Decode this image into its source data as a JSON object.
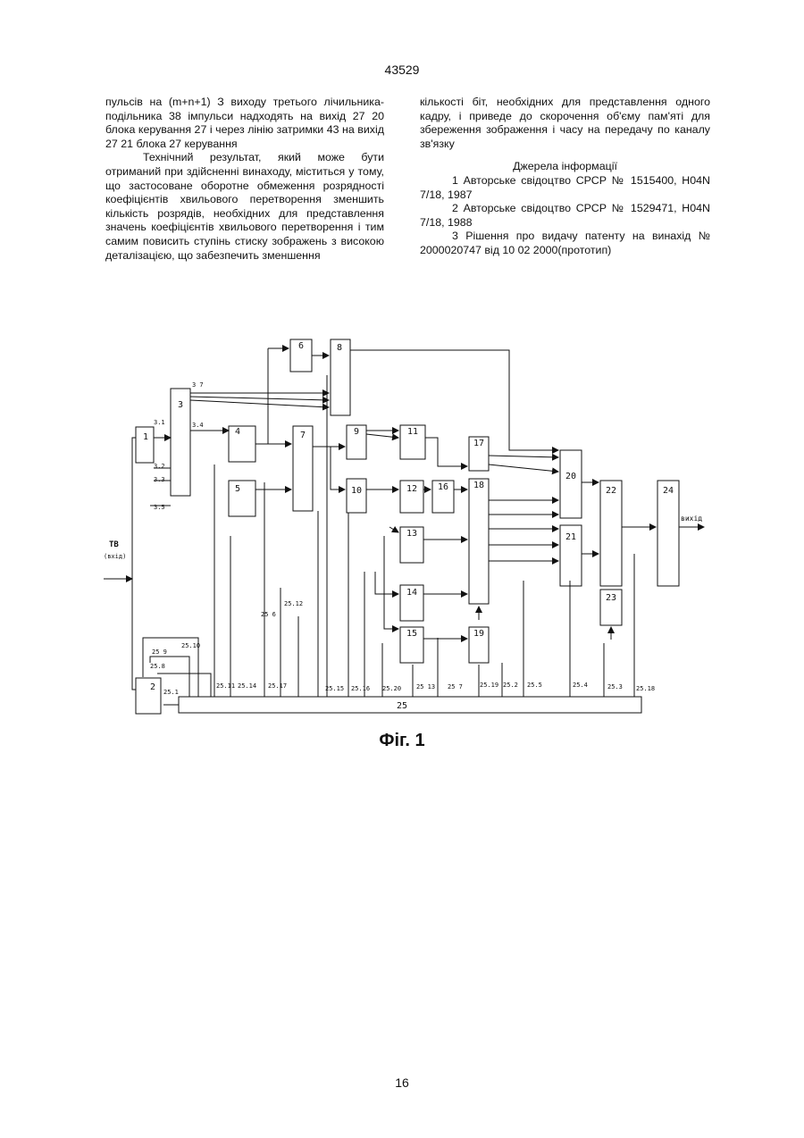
{
  "page": {
    "number_top": "43529",
    "number_bottom": "16",
    "figure_caption": "Фіг. 1"
  },
  "left_column": {
    "p1": "пульсів на (m+n+1) З виходу третього лічильника-подільника 38 імпульси надходять на вихід 27 20 блока керування 27 і через лінію затримки 43 на вихід 27 21 блока 27 керування",
    "p2": "Технічний результат, який може бути отриманий при здійсненні винаходу, міститься у тому, що застосоване оборотне обмеження розрядності коефіцієнтів хвильового перетворення зменшить кількість розрядів, необхідних для представлення значень коефіцієнтів хвильового перетворення і тим самим повисить ступінь стиску зображень з високою деталізацією, що забезпечить зменшення"
  },
  "right_column": {
    "p1": "кількості біт, необхідних для представлення одного кадру, і приведе до скорочення об'єму пам'яті для збереження зображення і часу на передачу по каналу зв'язку",
    "sources_title": "Джерела інформації",
    "ref1": "1 Авторське свідоцтво СРСР № 1515400, H04N 7/18, 1987",
    "ref2": "2 Авторське свідоцтво СРСР № 1529471, H04N 7/18, 1988",
    "ref3": "3 Рішення про видачу патенту на винахід № 2000020747 від 10 02 2000(прототип)"
  },
  "diagram": {
    "input_label": "ТВ",
    "input_sublabel": "(вхід)",
    "output_label": "вихід",
    "blocks": {
      "b1": "1",
      "b2": "2",
      "b3": "3",
      "b4": "4",
      "b5": "5",
      "b6": "6",
      "b7": "7",
      "b8": "8",
      "b9": "9",
      "b10": "10",
      "b11": "11",
      "b12": "12",
      "b13": "13",
      "b14": "14",
      "b15": "15",
      "b16": "16",
      "b17": "17",
      "b18": "18",
      "b19": "19",
      "b20": "20",
      "b21": "21",
      "b22": "22",
      "b23": "23",
      "b24": "24",
      "b25": "25"
    },
    "pins": {
      "p3_7": "3 7",
      "p3_1": "3.1",
      "p3_2": "3.2",
      "p3_3": "3.3",
      "p3_4": "3.4",
      "p3_5": "3.5",
      "p25_1": "25.1",
      "p25_8": "25.8",
      "p25_9": "25 9",
      "p25_10": "25.10",
      "p25_11": "25.11",
      "p25_14": "25.14",
      "p25_17": "25.17",
      "p25_6": "25 6",
      "p25_12": "25.12",
      "p25_15": "25.15",
      "p25_16": "25.16",
      "p25_20": "25.20",
      "p25_13": "25 13",
      "p25_7": "25 7",
      "p25_19": "25.19",
      "p5_2": "25.2",
      "p25_5": "25.5",
      "p25_4": "25.4",
      "p25_3": "25.3",
      "p25_18": "25.18"
    }
  }
}
